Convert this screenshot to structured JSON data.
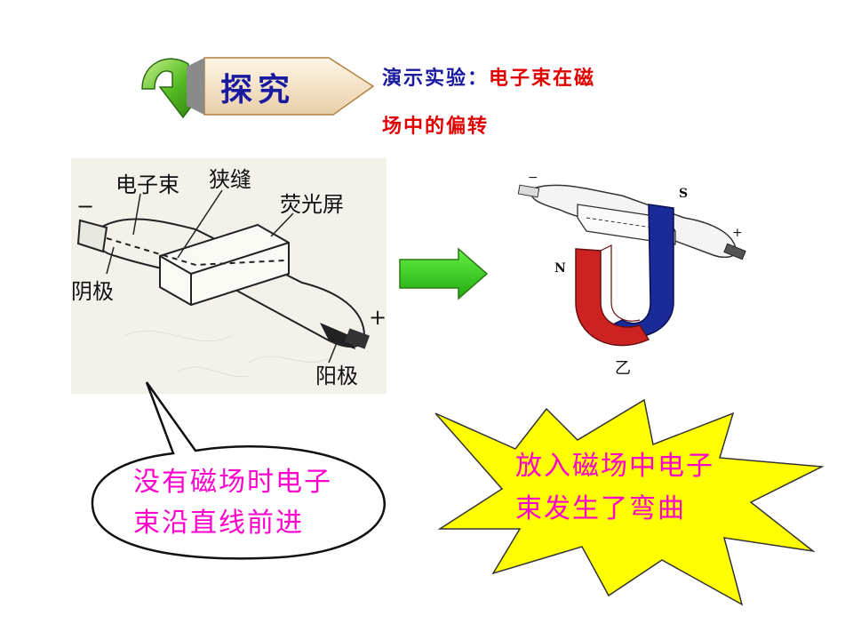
{
  "header": {
    "badge_text": "探究",
    "demo_prefix": "演示实验：",
    "demo_title_line1": "电子束在磁",
    "demo_title_line2": "场中的偏转"
  },
  "left_figure": {
    "label_beam": "电子束",
    "label_slit": "狭缝",
    "label_screen": "荧光屏",
    "label_cathode": "阴极",
    "label_anode": "阳极",
    "minus": "−",
    "plus": "+"
  },
  "right_figure": {
    "label_s": "S",
    "label_n": "N",
    "label_caption": "乙",
    "minus": "−",
    "plus": "+"
  },
  "bubble_left": {
    "line1": "没有磁场时电子",
    "line2": "束沿直线前进"
  },
  "bubble_right": {
    "line1": "放入磁场中电子",
    "line2": "束发生了弯曲"
  },
  "colors": {
    "title_blue": "#1a1aa0",
    "demo_blue": "#1a1aa0",
    "demo_red": "#e00000",
    "magenta": "#ff00cc",
    "arrow_green": "#33cc33",
    "burst_yellow": "#ffff00",
    "magnet_red": "#cc2222",
    "magnet_blue": "#1a2a99"
  }
}
